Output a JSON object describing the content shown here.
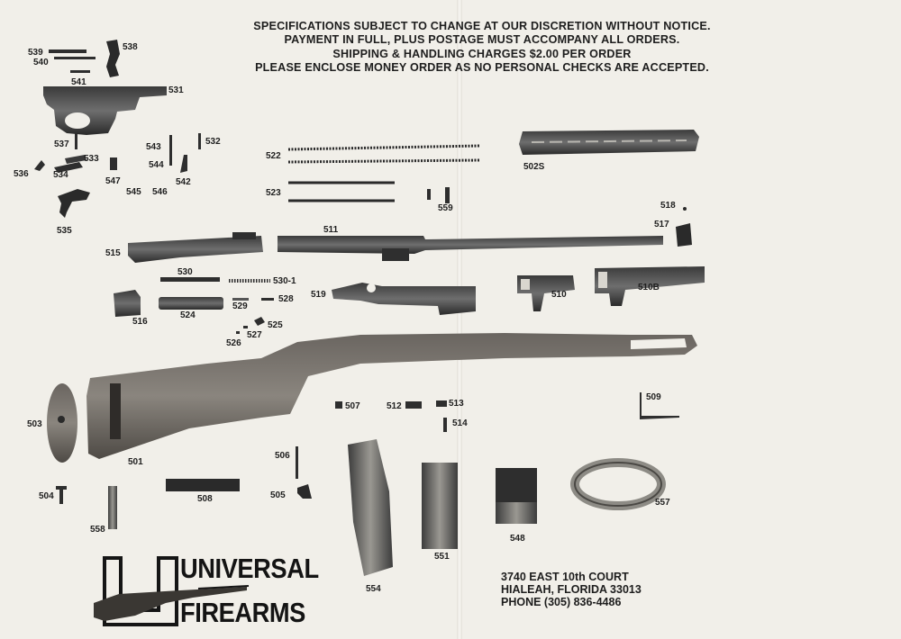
{
  "notice": {
    "lines": [
      "SPECIFICATIONS SUBJECT TO CHANGE AT OUR DISCRETION WITHOUT NOTICE.",
      "PAYMENT IN FULL, PLUS POSTAGE MUST ACCOMPANY ALL ORDERS.",
      "SHIPPING & HANDLING CHARGES $2.00 PER ORDER",
      "PLEASE ENCLOSE MONEY ORDER AS NO PERSONAL CHECKS ARE ACCEPTED."
    ]
  },
  "brand": {
    "line1": "UNIVERSAL",
    "line2": "FIREARMS"
  },
  "address": {
    "street": "3740 EAST 10th COURT",
    "city": "HIALEAH, FLORIDA 33013",
    "phone": "PHONE (305) 836-4486"
  },
  "parts": {
    "p539": "539",
    "p540": "540",
    "p538": "538",
    "p541": "541",
    "p531": "531",
    "p537": "537",
    "p533": "533",
    "p536": "536",
    "p534": "534",
    "p543": "543",
    "p532": "532",
    "p544": "544",
    "p547": "547",
    "p542": "542",
    "p545": "545",
    "p546": "546",
    "p535": "535",
    "p522": "522",
    "p502S": "502S",
    "p523": "523",
    "p559": "559",
    "p518": "518",
    "p517": "517",
    "p511": "511",
    "p515": "515",
    "p530": "530",
    "p5301": "530-1",
    "p528": "528",
    "p519": "519",
    "p510": "510",
    "p510B": "510B",
    "p516": "516",
    "p524": "524",
    "p529": "529",
    "p525": "525",
    "p527": "527",
    "p526": "526",
    "p507": "507",
    "p512": "512",
    "p513": "513",
    "p509": "509",
    "p514": "514",
    "p503": "503",
    "p501": "501",
    "p506": "506",
    "p504": "504",
    "p508": "508",
    "p505": "505",
    "p558": "558",
    "p557": "557",
    "p548": "548",
    "p551": "551",
    "p554": "554"
  }
}
